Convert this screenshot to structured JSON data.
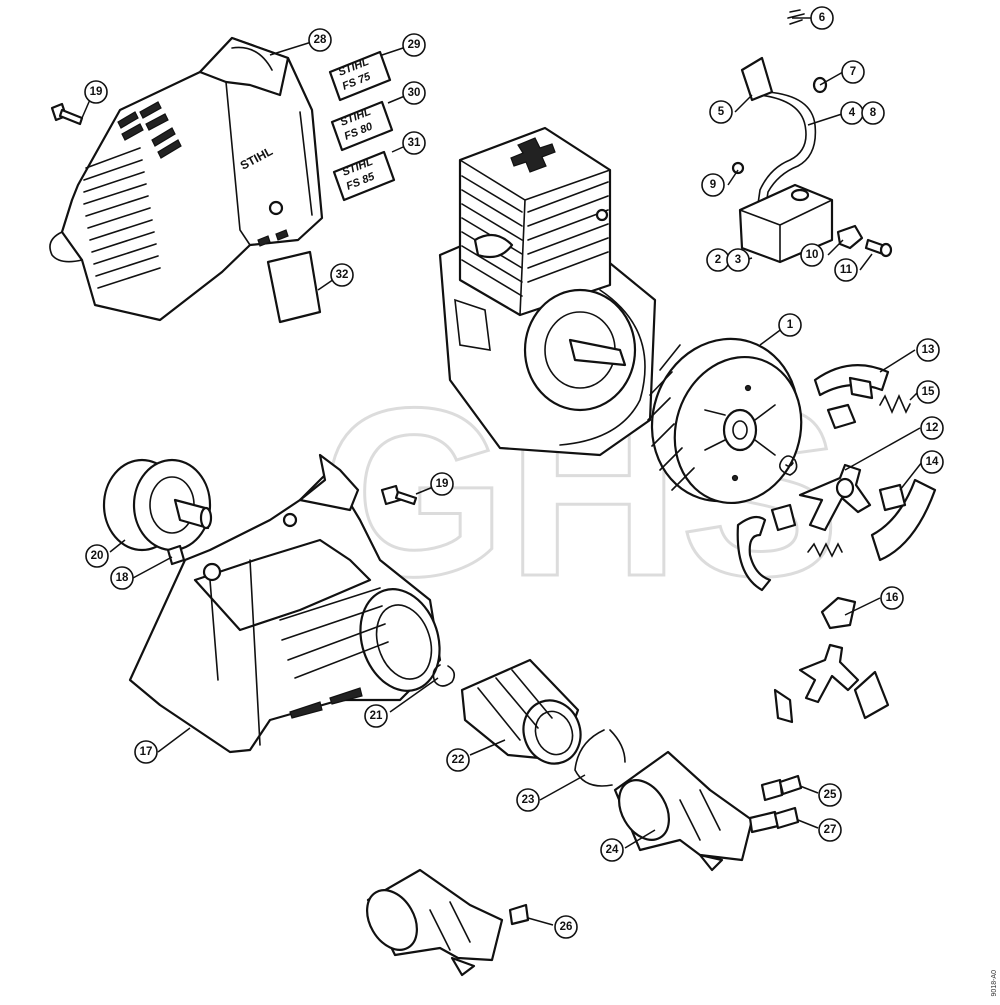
{
  "watermark": "GHS",
  "brand_mark": "STIHL",
  "decals": [
    {
      "id": "29",
      "line1": "STIHL",
      "line2": "FS 75"
    },
    {
      "id": "30",
      "line1": "STIHL",
      "line2": "FS 80"
    },
    {
      "id": "31",
      "line1": "STIHL",
      "line2": "FS 85"
    }
  ],
  "callouts": [
    "1",
    "2",
    "3",
    "4",
    "5",
    "6",
    "7",
    "8",
    "9",
    "10",
    "11",
    "12",
    "13",
    "14",
    "15",
    "16",
    "17",
    "18",
    "19",
    "20",
    "21",
    "22",
    "23",
    "24",
    "25",
    "26",
    "27",
    "28",
    "29",
    "30",
    "31",
    "32"
  ],
  "reference_code": "9018-A0"
}
